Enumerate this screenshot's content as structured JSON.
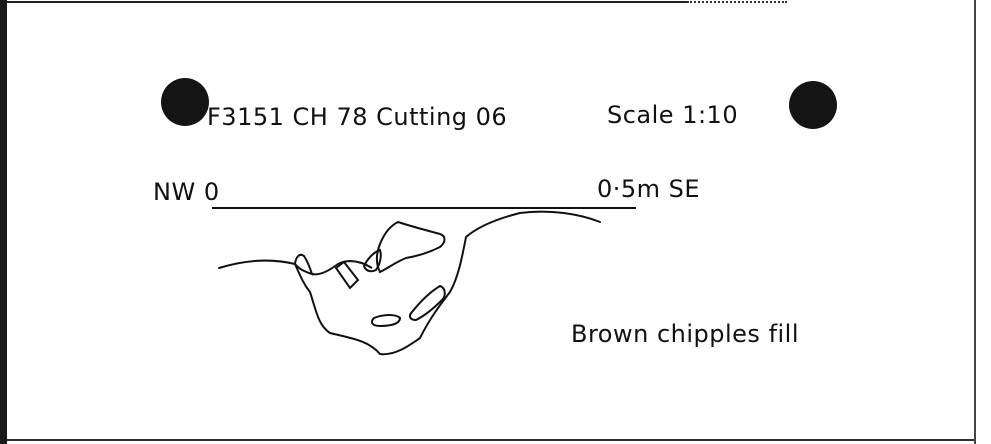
{
  "record": {
    "title": "F3151  CH 78   Cutting 06",
    "scale": "Scale  1:10"
  },
  "scale_bar": {
    "left_label": "NW 0",
    "right_label": "0·5m SE"
  },
  "section": {
    "fill_label": "Brown chipples fill"
  }
}
